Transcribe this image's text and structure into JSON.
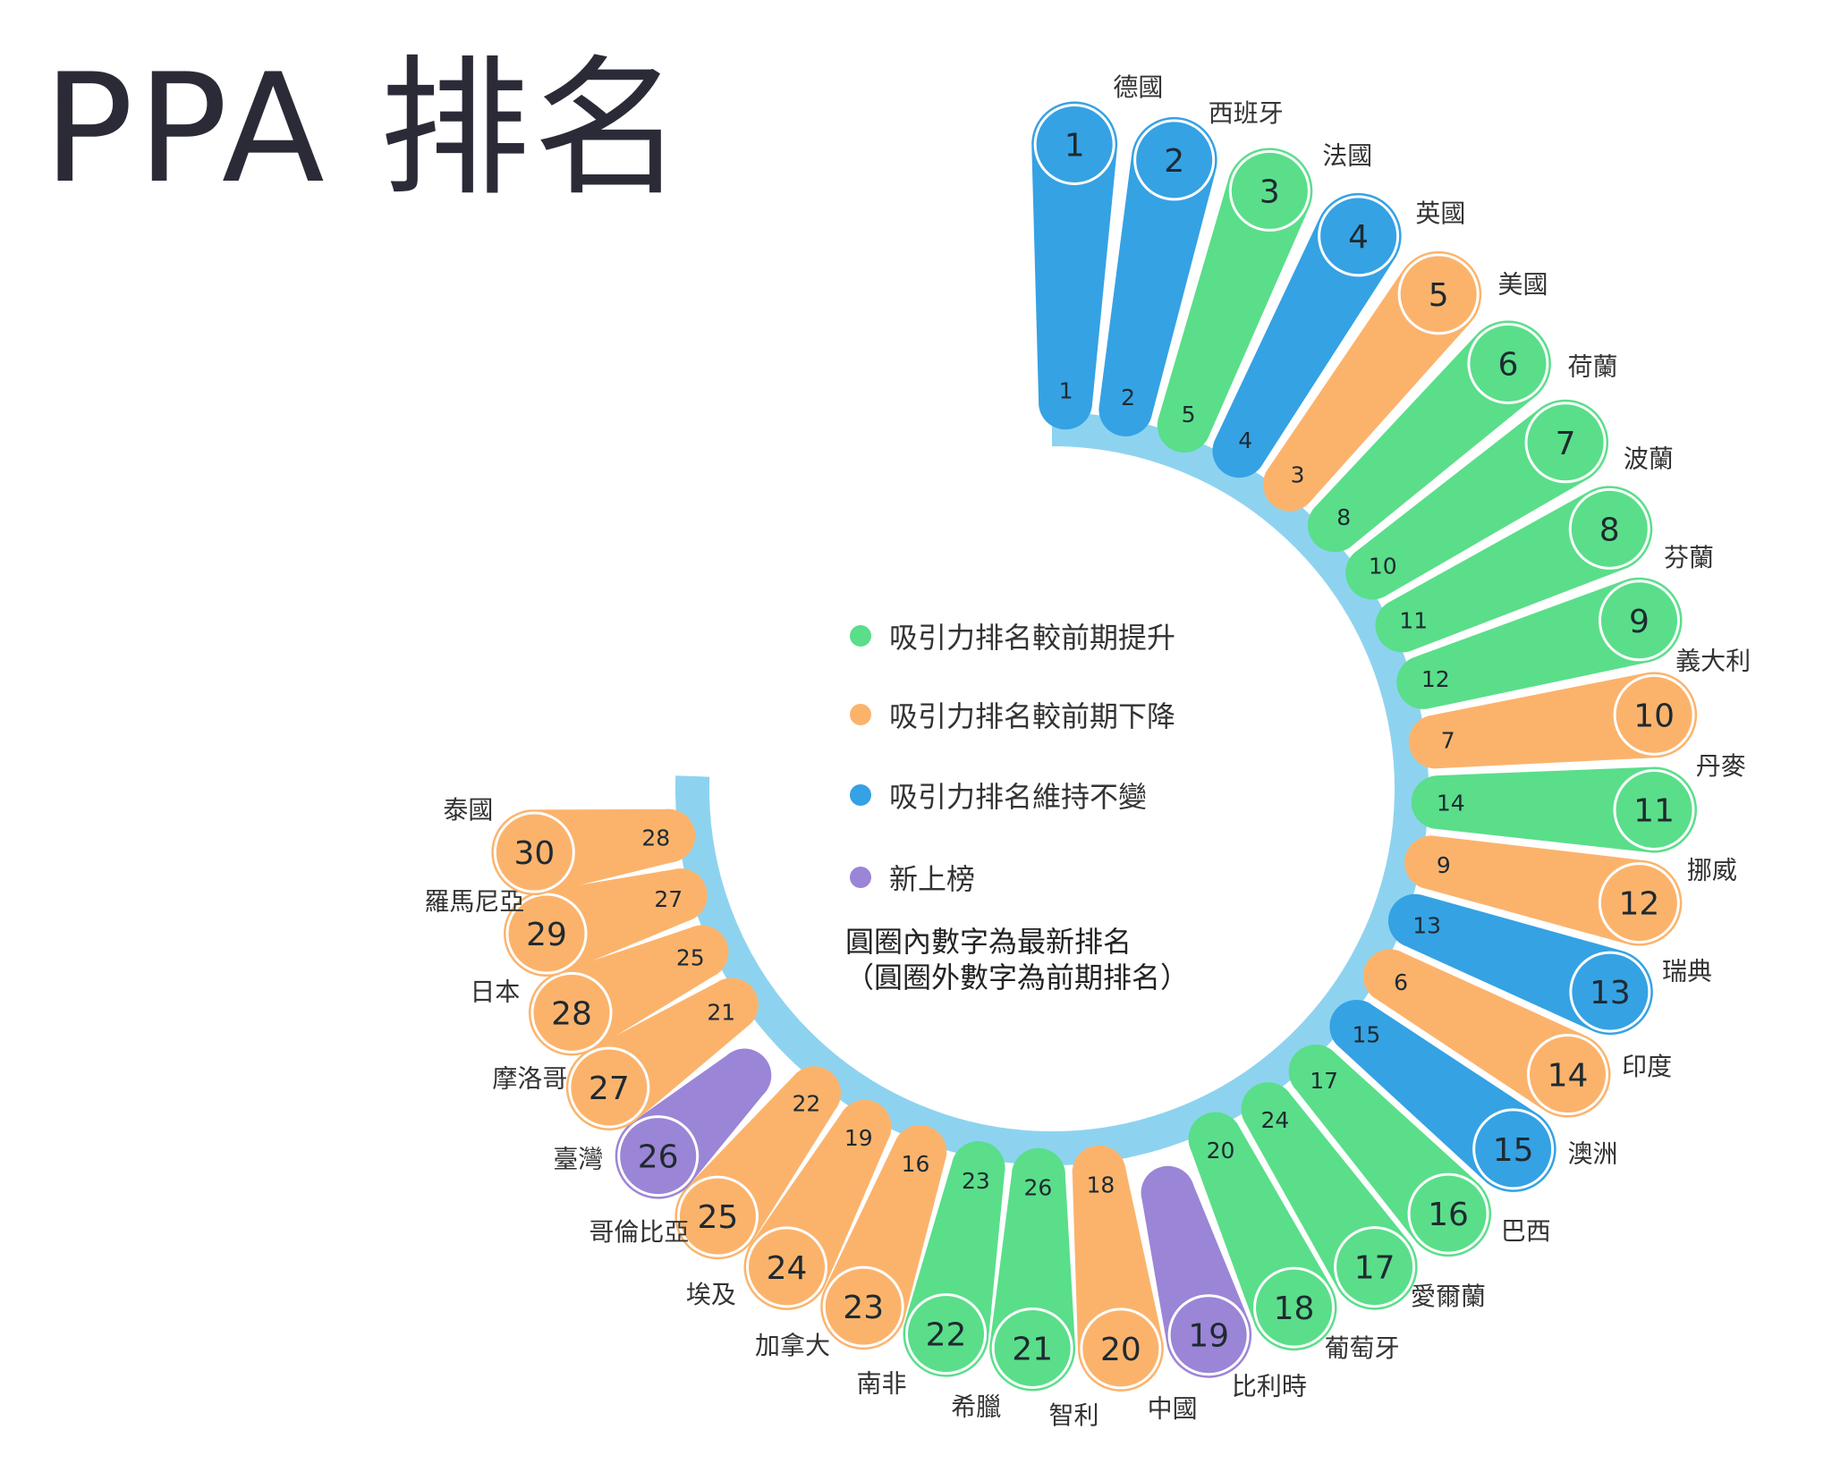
{
  "title": "PPA 排名",
  "legend": [
    {
      "status": "up",
      "label": "吸引力排名較前期提升"
    },
    {
      "status": "down",
      "label": "吸引力排名較前期下降"
    },
    {
      "status": "same",
      "label": "吸引力排名維持不變"
    },
    {
      "status": "new",
      "label": "新上榜"
    }
  ],
  "note": {
    "line1": "圓圈內數字為最新排名",
    "line2": "（圓圈外數字為前期排名）"
  },
  "colors": {
    "up": "#5ade8a",
    "down": "#fbb36c",
    "same": "#35a2e4",
    "new": "#9b85d6",
    "ring": "#8dd3f0"
  },
  "chart_data": {
    "type": "radial-ranking",
    "title": "PPA 排名",
    "items": [
      {
        "rank": 1,
        "country": "德國",
        "previous": 1,
        "status": "same"
      },
      {
        "rank": 2,
        "country": "西班牙",
        "previous": 2,
        "status": "same"
      },
      {
        "rank": 3,
        "country": "法國",
        "previous": 5,
        "status": "up"
      },
      {
        "rank": 4,
        "country": "英國",
        "previous": 4,
        "status": "same"
      },
      {
        "rank": 5,
        "country": "美國",
        "previous": 3,
        "status": "down"
      },
      {
        "rank": 6,
        "country": "荷蘭",
        "previous": 8,
        "status": "up"
      },
      {
        "rank": 7,
        "country": "波蘭",
        "previous": 10,
        "status": "up"
      },
      {
        "rank": 8,
        "country": "芬蘭",
        "previous": 11,
        "status": "up"
      },
      {
        "rank": 9,
        "country": "義大利",
        "previous": 12,
        "status": "up"
      },
      {
        "rank": 10,
        "country": "丹麥",
        "previous": 7,
        "status": "down"
      },
      {
        "rank": 11,
        "country": "挪威",
        "previous": 14,
        "status": "up"
      },
      {
        "rank": 12,
        "country": "瑞典",
        "previous": 9,
        "status": "down"
      },
      {
        "rank": 13,
        "country": "印度",
        "previous": 13,
        "status": "same"
      },
      {
        "rank": 14,
        "country": "澳洲",
        "previous": 6,
        "status": "down"
      },
      {
        "rank": 15,
        "country": "巴西",
        "previous": 15,
        "status": "same"
      },
      {
        "rank": 16,
        "country": "愛爾蘭",
        "previous": 17,
        "status": "up"
      },
      {
        "rank": 17,
        "country": "葡萄牙",
        "previous": 24,
        "status": "up"
      },
      {
        "rank": 18,
        "country": "比利時",
        "previous": 20,
        "status": "up"
      },
      {
        "rank": 19,
        "country": "中國",
        "previous": null,
        "status": "new"
      },
      {
        "rank": 20,
        "country": "智利",
        "previous": 18,
        "status": "down"
      },
      {
        "rank": 21,
        "country": "希臘",
        "previous": 26,
        "status": "up"
      },
      {
        "rank": 22,
        "country": "南非",
        "previous": 23,
        "status": "up"
      },
      {
        "rank": 23,
        "country": "加拿大",
        "previous": 16,
        "status": "down"
      },
      {
        "rank": 24,
        "country": "埃及",
        "previous": 19,
        "status": "down"
      },
      {
        "rank": 25,
        "country": "哥倫比亞",
        "previous": 22,
        "status": "down"
      },
      {
        "rank": 26,
        "country": "臺灣",
        "previous": null,
        "status": "new"
      },
      {
        "rank": 27,
        "country": "摩洛哥",
        "previous": 21,
        "status": "down"
      },
      {
        "rank": 28,
        "country": "日本",
        "previous": 25,
        "status": "down"
      },
      {
        "rank": 29,
        "country": "羅馬尼亞",
        "previous": 27,
        "status": "down"
      },
      {
        "rank": 30,
        "country": "泰國",
        "previous": 28,
        "status": "down"
      }
    ]
  }
}
